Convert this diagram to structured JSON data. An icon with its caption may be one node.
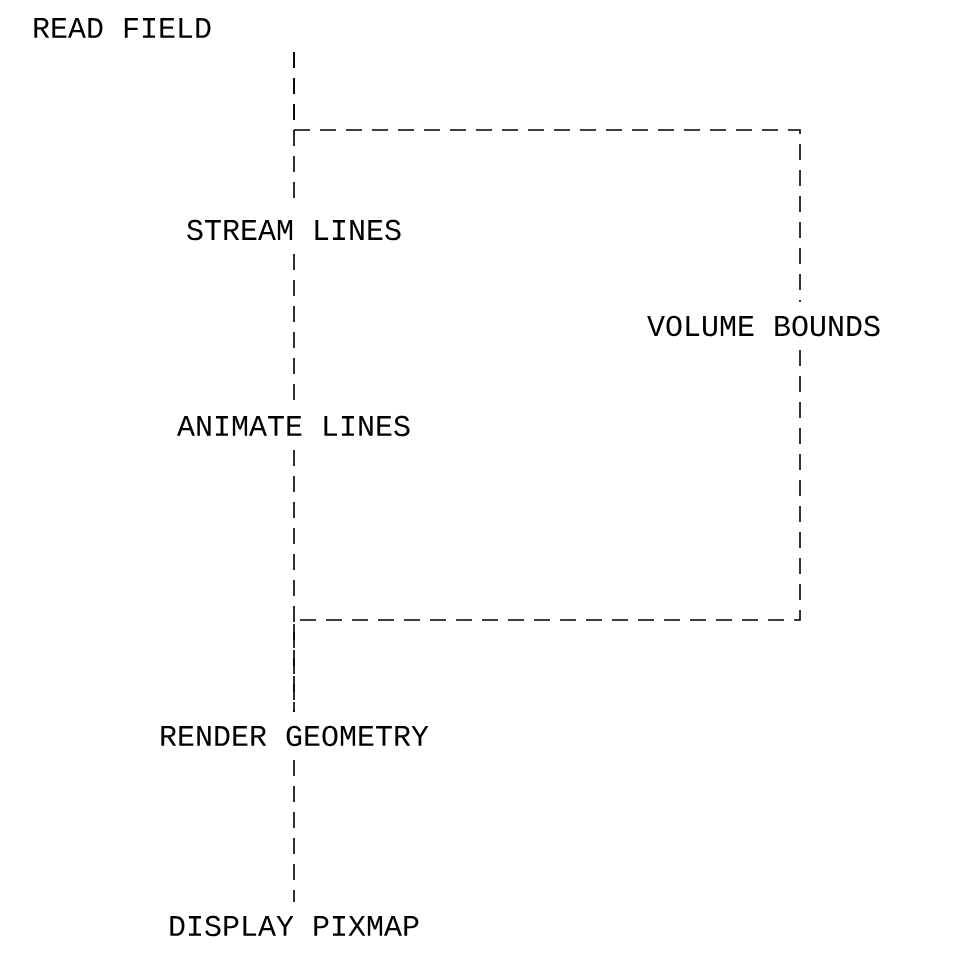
{
  "diagram": {
    "nodes": [
      {
        "text": [
          "READ FIELD"
        ]
      },
      {
        "text": [
          "STREAM LINES"
        ]
      },
      {
        "text": [
          "VOLUME BOUNDS"
        ]
      },
      {
        "text": [
          "ANIMATE LINES"
        ]
      },
      {
        "text": [
          "RENDER GEOMETRY"
        ]
      },
      {
        "text": [
          "DISPLAY PIXMAP"
        ]
      }
    ],
    "edges": [
      {
        "from": 0,
        "to": 1,
        "arrow": "none"
      },
      {
        "from": 0,
        "to": 2,
        "arrow": "none"
      },
      {
        "from": 1,
        "to": 3,
        "arrow": "none"
      },
      {
        "from": 3,
        "to": 4,
        "arrow": "none"
      },
      {
        "from": 2,
        "to": 4,
        "arrow": "none"
      },
      {
        "from": 4,
        "to": 5,
        "arrow": "none"
      }
    ]
  }
}
